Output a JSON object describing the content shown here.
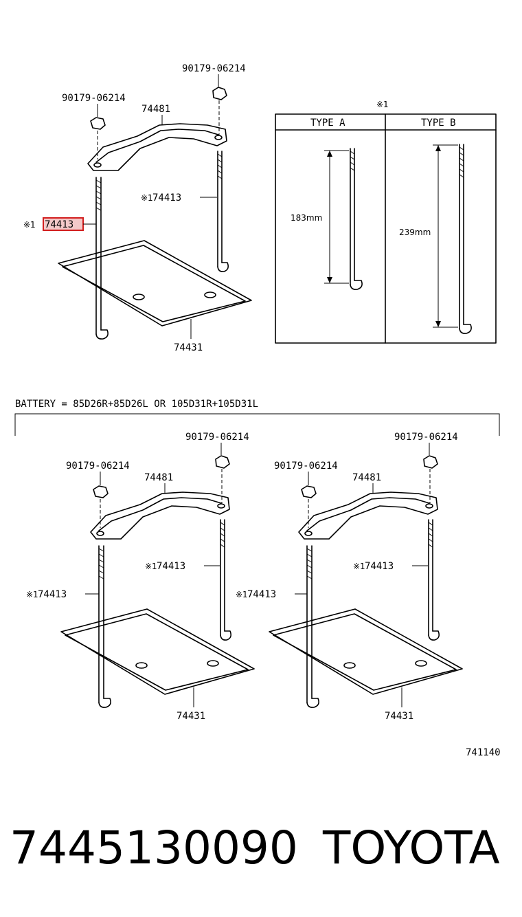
{
  "labels": {
    "nut_part": "90179-06214",
    "clamp_part": "74481",
    "rod_part": "74413",
    "tray_part": "74431",
    "ref_mark": "※1",
    "type_a": "TYPE A",
    "type_b": "TYPE B",
    "length_a": "183mm",
    "length_b": "239mm",
    "battery_note": "BATTERY = 85D26R+85D26L OR 105D31R+105D31L",
    "diagram_code": "741140"
  },
  "footer": {
    "part_number": "7445130090",
    "brand": "TOYOTA"
  },
  "colors": {
    "highlight_border": "#d21e1e",
    "highlight_fill": "#f3c9c9"
  }
}
